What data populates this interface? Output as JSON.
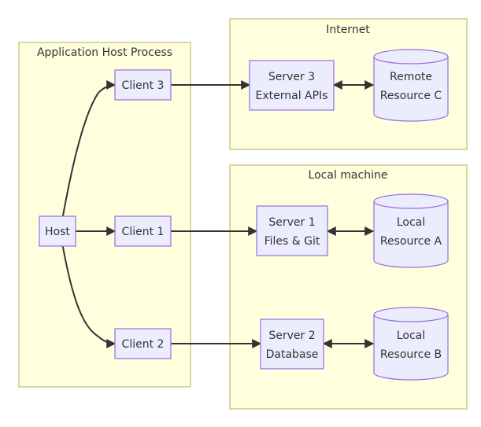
{
  "colors": {
    "cluster_fill": "#ffffde",
    "cluster_stroke": "#cccc88",
    "node_fill": "#ececff",
    "node_stroke": "#9370db",
    "edge": "#333333",
    "text": "#333333"
  },
  "clusters": {
    "host_process": {
      "label": "Application Host Process"
    },
    "internet": {
      "label": "Internet"
    },
    "local_machine": {
      "label": "Local machine"
    }
  },
  "nodes": {
    "host": {
      "label": "Host"
    },
    "client1": {
      "label": "Client 1"
    },
    "client2": {
      "label": "Client 2"
    },
    "client3": {
      "label": "Client 3"
    },
    "server1": {
      "line1": "Server 1",
      "line2": "Files & Git"
    },
    "server2": {
      "line1": "Server 2",
      "line2": "Database"
    },
    "server3": {
      "line1": "Server 3",
      "line2": "External APIs"
    },
    "resource_a": {
      "line1": "Local",
      "line2": "Resource A"
    },
    "resource_b": {
      "line1": "Local",
      "line2": "Resource B"
    },
    "resource_c": {
      "line1": "Remote",
      "line2": "Resource C"
    }
  },
  "edges": [
    {
      "from": "host",
      "to": "client1",
      "direction": "forward"
    },
    {
      "from": "host",
      "to": "client2",
      "direction": "forward"
    },
    {
      "from": "host",
      "to": "client3",
      "direction": "forward"
    },
    {
      "from": "client1",
      "to": "server1",
      "direction": "forward"
    },
    {
      "from": "client2",
      "to": "server2",
      "direction": "forward"
    },
    {
      "from": "client3",
      "to": "server3",
      "direction": "forward"
    },
    {
      "from": "server1",
      "to": "resource_a",
      "direction": "both"
    },
    {
      "from": "server2",
      "to": "resource_b",
      "direction": "both"
    },
    {
      "from": "server3",
      "to": "resource_c",
      "direction": "both"
    }
  ]
}
